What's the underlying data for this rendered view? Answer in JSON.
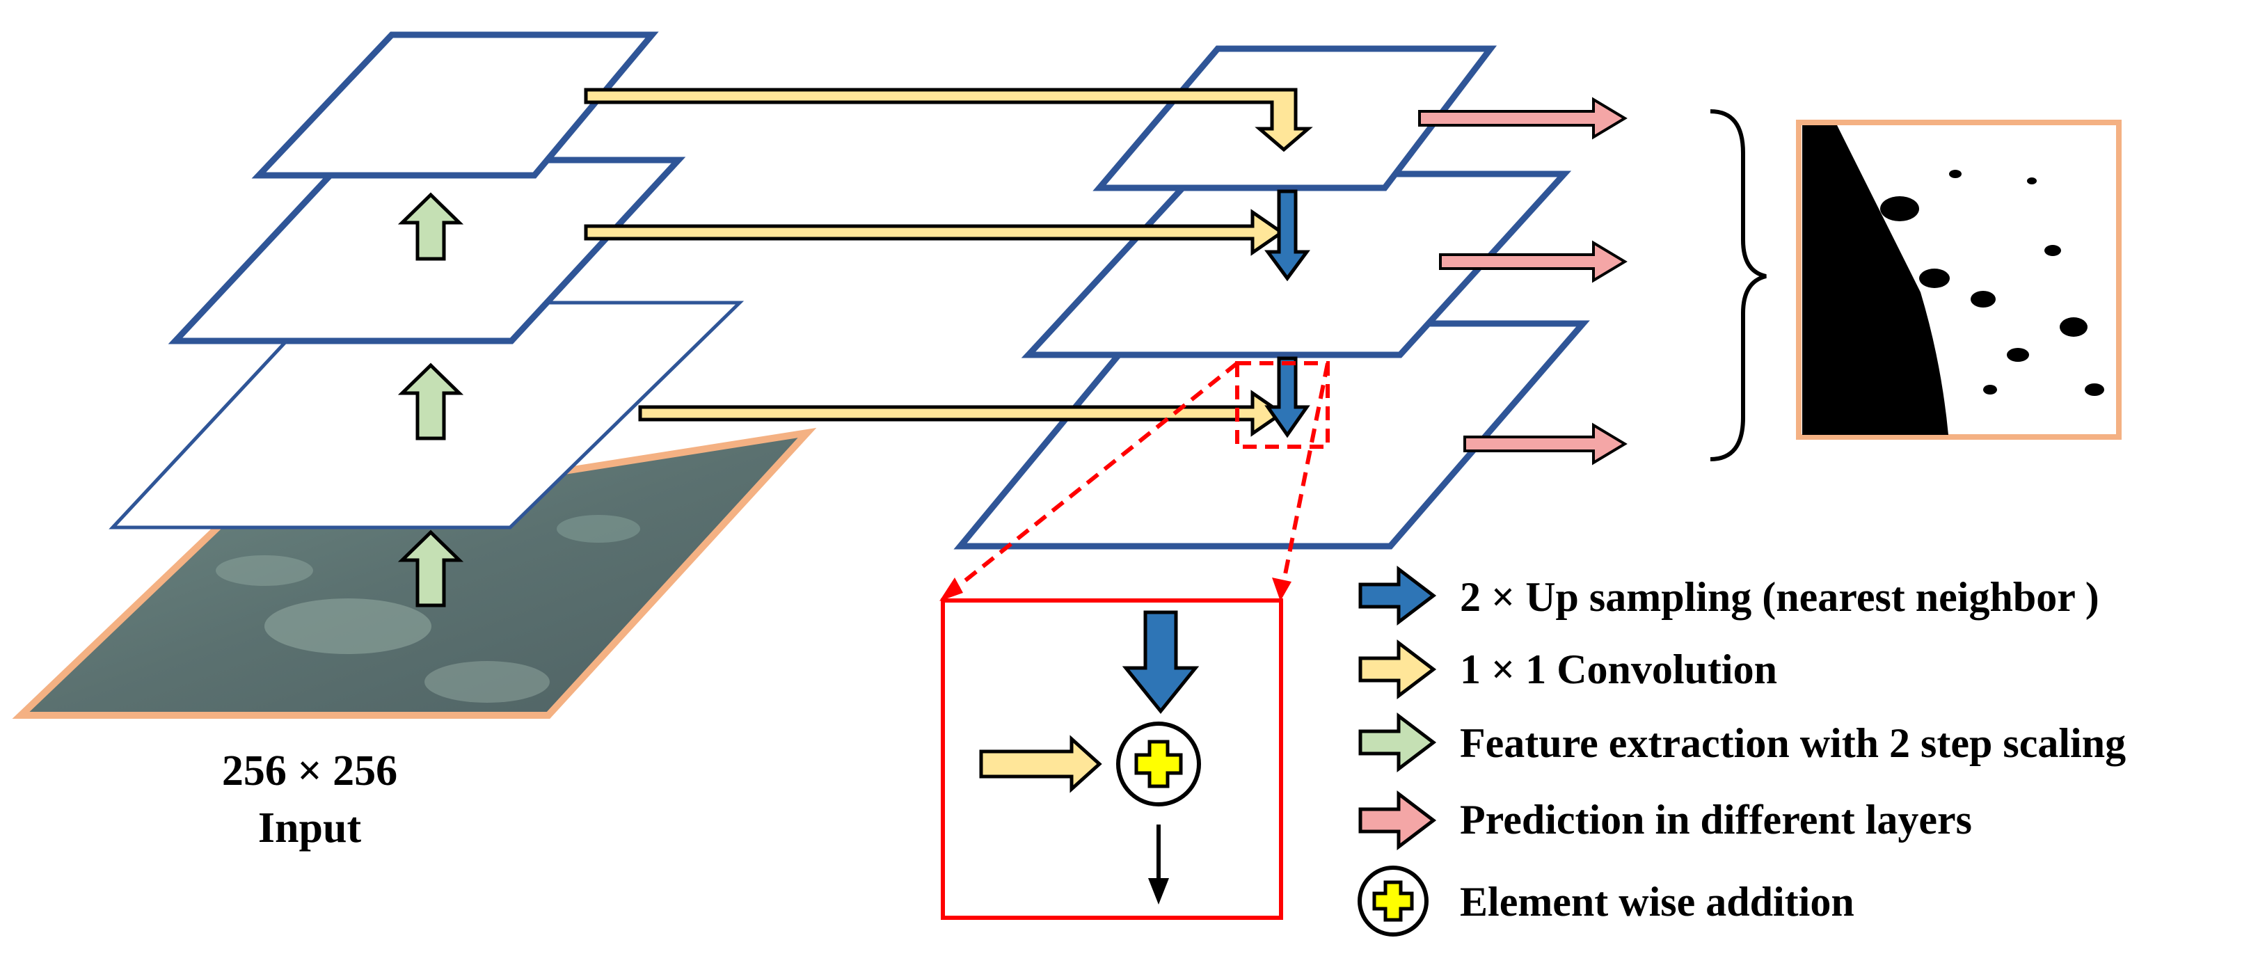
{
  "input": {
    "size_label": "256 × 256",
    "name_label": "Input"
  },
  "legend": {
    "items": [
      {
        "icon": "blue-arrow-icon",
        "label": "2 × Up sampling (nearest neighbor )"
      },
      {
        "icon": "yellow-arrow-icon",
        "label": "1 × 1 Convolution"
      },
      {
        "icon": "green-arrow-icon",
        "label": "Feature extraction with 2 step scaling"
      },
      {
        "icon": "pink-arrow-icon",
        "label": "Prediction in different layers"
      },
      {
        "icon": "plus-circle-icon",
        "label": "Element wise addition"
      }
    ]
  },
  "colors": {
    "layer_border": "#2f5597",
    "conv_arrow": "#ffe699",
    "upsample_arrow": "#2e75b6",
    "feature_arrow": "#c5e0b4",
    "prediction_arrow": "#f4a6a6",
    "input_border": "#f4b183",
    "zoom_box": "#ff0000",
    "plus_fill": "#ffff00"
  }
}
